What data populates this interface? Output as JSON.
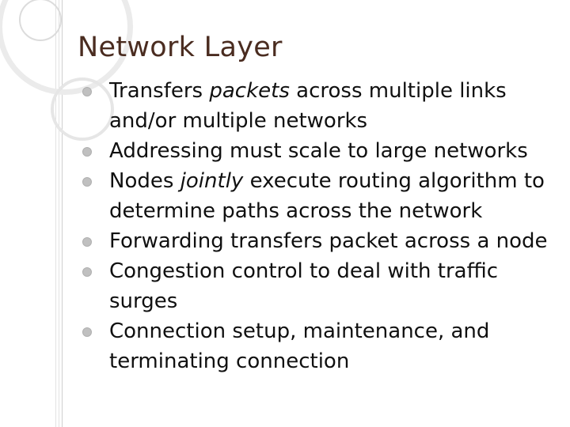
{
  "slide": {
    "title": "Network Layer",
    "bullets": [
      {
        "before": "Transfers ",
        "em": "packets",
        "after": " across multiple links and/or multiple networks"
      },
      {
        "before": "Addressing must scale to large networks",
        "em": "",
        "after": ""
      },
      {
        "before": "Nodes ",
        "em": "jointly",
        "after": " execute routing algorithm to determine paths across the network"
      },
      {
        "before": "Forwarding transfers packet across a node",
        "em": "",
        "after": ""
      },
      {
        "before": "Congestion control to deal with traffic surges",
        "em": "",
        "after": ""
      },
      {
        "before": "Connection setup, maintenance, and terminating connection",
        "em": "",
        "after": ""
      }
    ]
  },
  "colors": {
    "title": "#4a2c20",
    "text": "#101010",
    "bullet_dot": "#c0c0c0",
    "decoration": "#e6e6e6"
  },
  "icons": {
    "bullet": "bullet-dot-icon",
    "decoration": "decorative-circles"
  }
}
